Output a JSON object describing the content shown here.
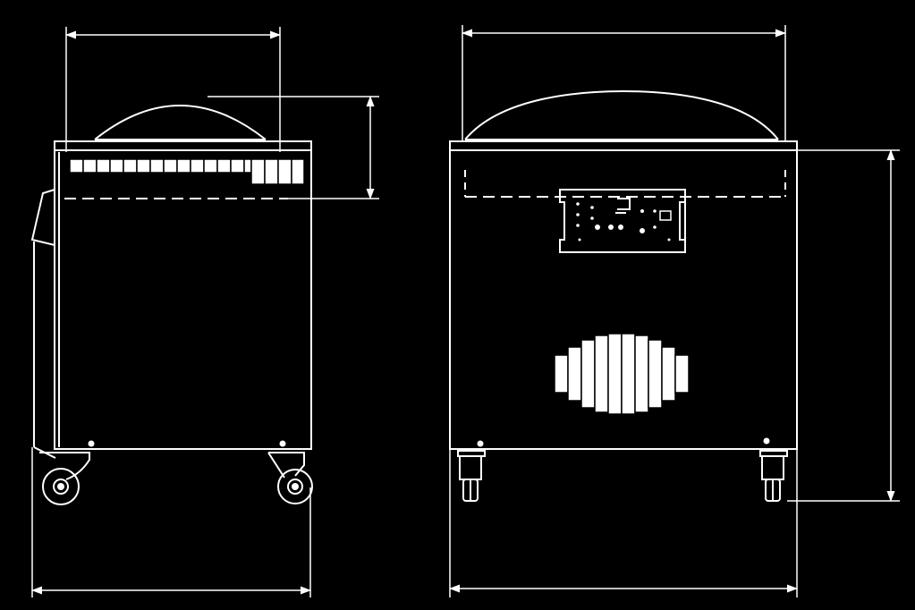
{
  "figure": {
    "background": "#000000",
    "line_color": "#ffffff",
    "views": [
      {
        "name": "side-view",
        "parts": [
          "domed-lid",
          "chamber-rim",
          "sealing-bar-strip",
          "cabinet-body",
          "side-handle",
          "castor-wheels"
        ]
      },
      {
        "name": "front-view",
        "parts": [
          "domed-lid",
          "chamber-rim",
          "control-panel",
          "ventilation-grille",
          "castor-wheels"
        ]
      }
    ],
    "dimension_lines": [
      "side-overall-width",
      "side-lid-width",
      "side-lid-height",
      "front-lid-width",
      "front-overall-height",
      "front-overall-width"
    ]
  }
}
